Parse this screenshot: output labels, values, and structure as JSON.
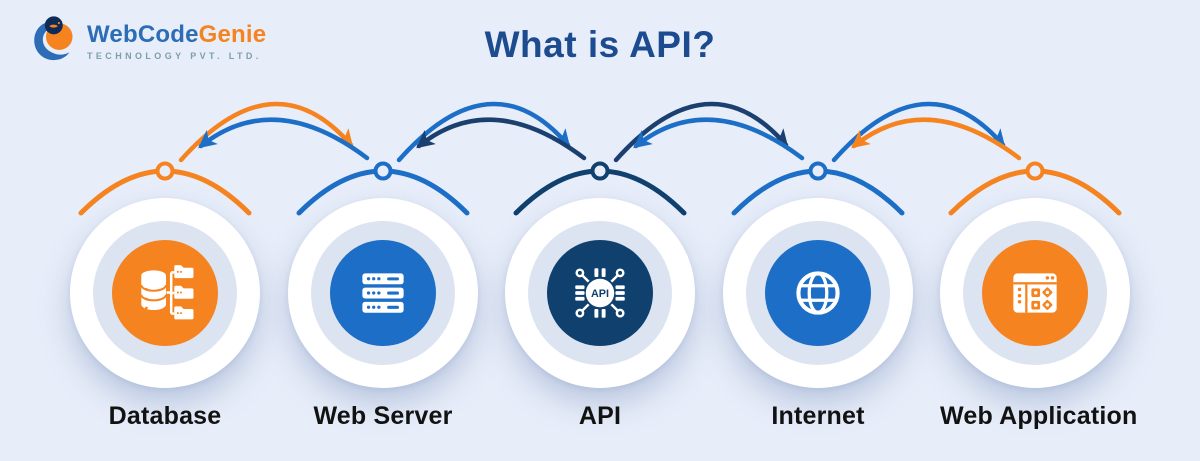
{
  "logo": {
    "name_part1": "WebCode",
    "name_part2": "Genie",
    "tagline": "TECHNOLOGY PVT. LTD."
  },
  "title": "What is API?",
  "colors": {
    "background": "#e7edf9",
    "orange": "#f5831f",
    "blue": "#1d6ec6",
    "navy": "#1b406f",
    "api_circle": "#10406e",
    "title": "#1c4b8f",
    "label": "#121212",
    "ring": "#dce4f2",
    "logo_blue": "#2c6db6",
    "logo_navy": "#0d2b56",
    "logo_tagline": "#7ba1aa"
  },
  "nodes": [
    {
      "id": "database",
      "label": "Database",
      "color": "#f5831f",
      "icon": "database-icon"
    },
    {
      "id": "web-server",
      "label": "Web Server",
      "color": "#1d6ec6",
      "icon": "server-icon"
    },
    {
      "id": "api",
      "label": "API",
      "color": "#10406e",
      "icon": "api-chip-icon",
      "chip_text": "API"
    },
    {
      "id": "internet",
      "label": "Internet",
      "color": "#1d6ec6",
      "icon": "globe-icon"
    },
    {
      "id": "web-application",
      "label": "Web Application",
      "color": "#f5831f",
      "icon": "browser-icon"
    }
  ],
  "connections": [
    {
      "from": "Database",
      "to": "Web Server",
      "forward_color": "#f5831f",
      "backward_color": "#1d6ec6"
    },
    {
      "from": "Web Server",
      "to": "API",
      "forward_color": "#1d6ec6",
      "backward_color": "#1b406f"
    },
    {
      "from": "API",
      "to": "Internet",
      "forward_color": "#1b406f",
      "backward_color": "#1d6ec6"
    },
    {
      "from": "Internet",
      "to": "Web Application",
      "forward_color": "#1d6ec6",
      "backward_color": "#f5831f"
    }
  ]
}
